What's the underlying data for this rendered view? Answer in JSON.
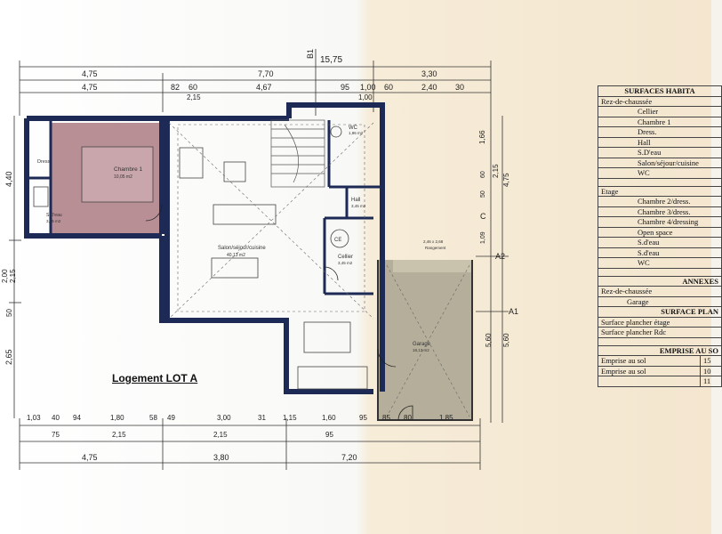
{
  "plan": {
    "title": "Logement LOT A",
    "axis_b1": "B1",
    "axis_a1": "A1",
    "axis_a2": "A2",
    "axis_c": "C"
  },
  "dims_top": {
    "total": "15,75",
    "row1": [
      "4,75",
      "7,70",
      "3,30"
    ],
    "row2": [
      "4,75",
      "82",
      "60",
      "4,67",
      "95",
      "1,00",
      "60",
      "2,40",
      "30"
    ],
    "row3": [
      "2,15",
      "1,00"
    ]
  },
  "dims_bottom": {
    "row1": [
      "1,03",
      "40",
      "94",
      "1,80",
      "58",
      "49",
      "3,00",
      "31",
      "1,15",
      "1,60",
      "95",
      "85",
      "80",
      "1,85"
    ],
    "row2": [
      "75",
      "2,15",
      "2,15",
      "95"
    ],
    "row3": [
      "4,75",
      "3,80",
      "7,20"
    ]
  },
  "dims_left": [
    "4,40",
    "2,00",
    "2,15",
    "50",
    "2,65"
  ],
  "dims_right": [
    "1,66",
    "2,15",
    "4,75",
    "60",
    "50",
    "1,09",
    "5,60",
    "5,60"
  ],
  "rooms": {
    "chambre1": {
      "name": "Chambre 1",
      "area": "10,05 m2"
    },
    "sejour": {
      "name": "Salon/séjour/cuisine",
      "area": "40,13 m2"
    },
    "garage": {
      "name": "Garage",
      "area": "18,13 m2"
    },
    "cellier": {
      "name": "Cellier",
      "area": "3,45 m2"
    },
    "wc": {
      "name": "WC",
      "area": "1,96 m2"
    },
    "hall": {
      "name": "Hall",
      "area": "3,45 m2"
    },
    "dress": {
      "name": "Dress."
    },
    "sdeau": {
      "name": "S.D'eau",
      "area": "3,85 m2"
    },
    "ce": "CE",
    "rangement": {
      "name": "2,46 x 2,68",
      "sub": "Rangement"
    }
  },
  "surfaces_table": {
    "header": "SURFACES HABITA",
    "section_rdc": "Rez-de-chaussée",
    "rdc_items": [
      "Cellier",
      "Chambre 1",
      "Dress.",
      "Hall",
      "S.D'eau",
      "Salon/séjour/cuisine",
      "WC"
    ],
    "section_etage": "Etage",
    "etage_items": [
      "Chambre 2/dress.",
      "Chambre 3/dress.",
      "Chambre 4/dressing",
      "Open space",
      "S.d'eau",
      "S.d'eau",
      "WC"
    ],
    "annexes_header": "ANNEXES",
    "annexes_rdc": "Rez-de-chaussée",
    "annexes_items": [
      "Garage"
    ],
    "plancher_header": "SURFACE PLAN",
    "plancher_items": [
      "Surface plancher étage",
      "Surface plancher Rdc"
    ],
    "emprise_header": "EMPRISE AU SO",
    "emprise_items": [
      {
        "label": "Emprise au sol",
        "value": "15"
      },
      {
        "label": "Emprise au sol",
        "value": "10"
      },
      {
        "label": "",
        "value": "11"
      }
    ]
  },
  "colors": {
    "wall": "#1c2a55",
    "chambre1_fill": "#b98f96",
    "garage_fill": "#b4ae9a",
    "paper_right": "#f4e6cf"
  }
}
